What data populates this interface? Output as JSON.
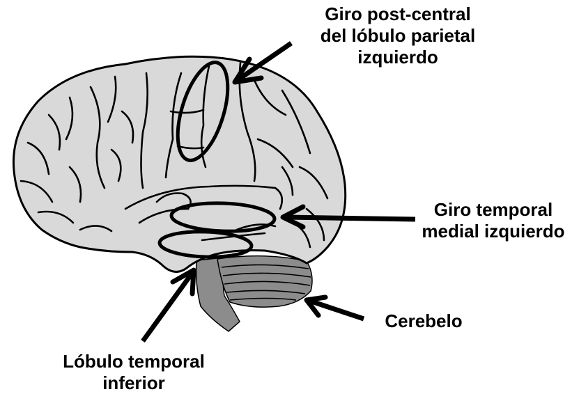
{
  "colors": {
    "cortex_fill": "#d9d9d9",
    "cerebellum_fill": "#8c8c8c",
    "brainstem_fill": "#8c8c8c",
    "outline": "#000000"
  },
  "labels": {
    "postcentral": {
      "line1": "Giro post-central",
      "line2": "del lóbulo parietal",
      "line3": "izquierdo"
    },
    "temporal_medial": {
      "line1": "Giro temporal",
      "line2": "medial izquierdo"
    },
    "cerebelo": {
      "line1": "Cerebelo"
    },
    "temporal_inferior": {
      "line1": "Lóbulo temporal",
      "line2": "inferior"
    }
  }
}
